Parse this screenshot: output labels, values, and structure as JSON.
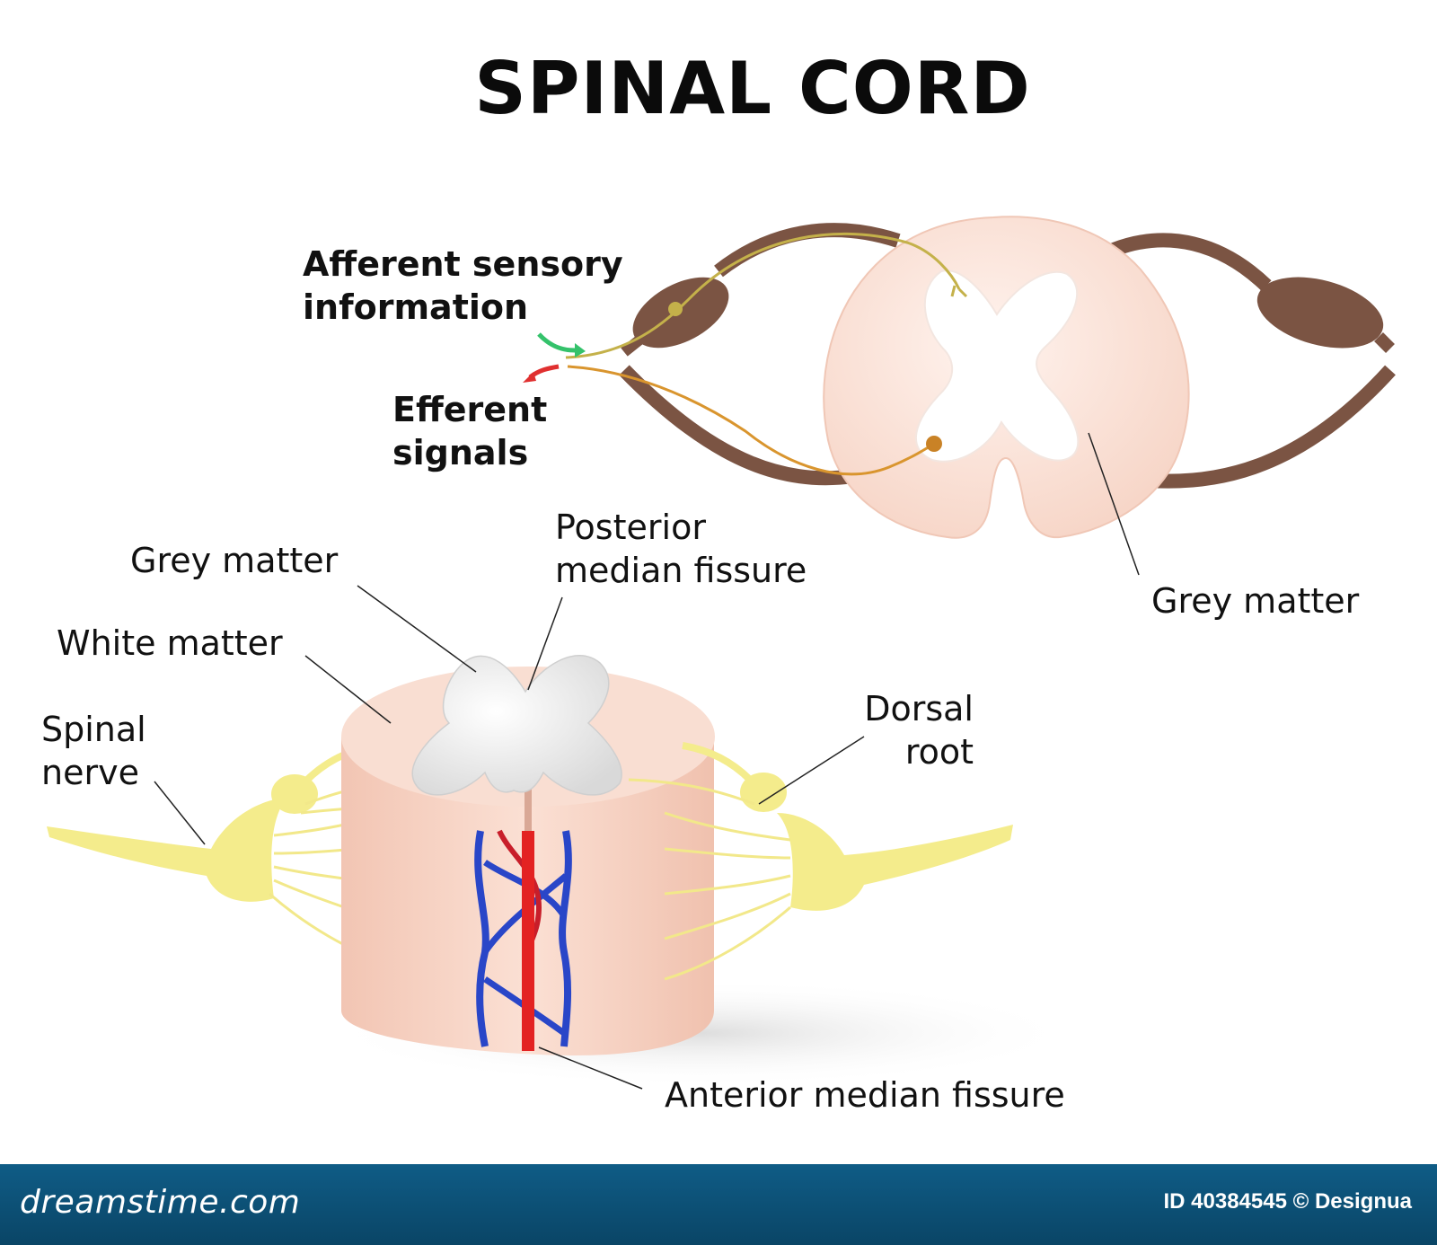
{
  "title": "SPINAL CORD",
  "labels": {
    "afferent_line1": "Afferent sensory",
    "afferent_line2": "information",
    "efferent_line1": "Efferent",
    "efferent_line2": "signals",
    "grey_matter_top": "Grey matter",
    "posterior_line1": "Posterior",
    "posterior_line2": "median fissure",
    "grey_matter_bottom": "Grey matter",
    "white_matter": "White matter",
    "spinal_line1": "Spinal",
    "spinal_line2": "nerve",
    "dorsal_line1": "Dorsal",
    "dorsal_line2": "root",
    "anterior": "Anterior median fissure"
  },
  "footer": {
    "brand": "dreamstime.com",
    "image_id": "ID 40384545 © Designua"
  },
  "colors": {
    "tissue": "#f9d9cc",
    "grey_matter": "#ffffff",
    "nerve_brown": "#7b5443",
    "nerve_yellow": "#f4ec8c",
    "artery": "#e32222",
    "vein": "#2946c8",
    "afferent_arrow": "#34c26b",
    "efferent_arrow": "#e03030",
    "footer_bar": "#0f5c86"
  }
}
